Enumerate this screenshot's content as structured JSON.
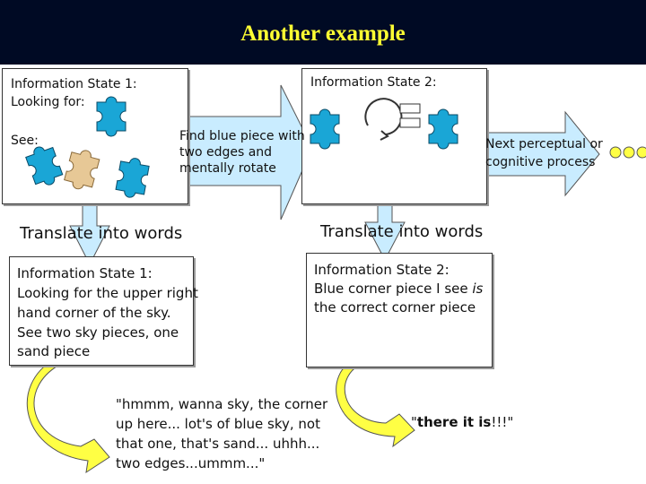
{
  "title": "Another example",
  "state1_box": {
    "heading_line1": "Information State 1:",
    "heading_line2": "Looking for:",
    "see_label": "See:"
  },
  "state2_box": {
    "heading": "Information State 2:"
  },
  "arrow1_text": [
    "Find blue piece with",
    "two edges and",
    "mentally rotate"
  ],
  "next_process_text": [
    "Next perceptual or",
    "cognitive process"
  ],
  "translate_left": "Translate into words",
  "translate_right": "Translate into words",
  "words_box_left": [
    "Information State 1:",
    "Looking for the upper right",
    "hand corner of the sky.",
    "See two sky pieces, one",
    "sand piece"
  ],
  "words_box_right_line1": "Information State 2:",
  "words_box_right_line2_pre": "Blue corner piece I see ",
  "words_box_right_line2_em": "is",
  "words_box_right_line3": "the correct corner piece",
  "quote_left": [
    "\"hmmm, wanna sky, the corner",
    "up here... lot's of blue sky, not",
    "that one, that's sand... uhhh...",
    "two edges...ummm...\""
  ],
  "quote_right_pre": "\"",
  "quote_right_bold": "there it is",
  "quote_right_post": "!!!\"",
  "colors": {
    "puzzle_blue": "#1aa6d6",
    "arrow_fill": "#c9ecff",
    "yellow_arrow": "#ffff44",
    "sand": "#e7c896",
    "title_bg": "#000a24",
    "title_fg": "#ffff33"
  }
}
